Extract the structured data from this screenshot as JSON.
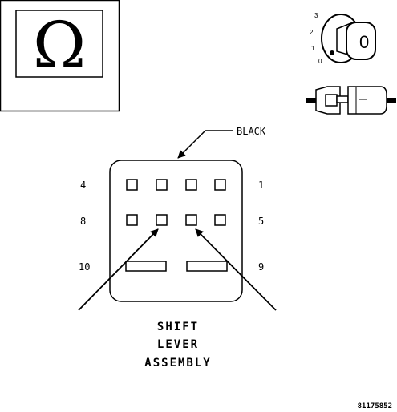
{
  "meter_symbol": {
    "icon": "ohm-icon",
    "glyph": "Ω"
  },
  "ignition": {
    "icon": "ignition-key-icon",
    "positions": [
      "3",
      "2",
      "1",
      "0"
    ],
    "key_label": "0"
  },
  "connector_icon": "connector-icon",
  "wire_color_label": "BLACK",
  "connector": {
    "pin_labels": {
      "top_left": "4",
      "top_right": "1",
      "mid_left": "8",
      "mid_right": "5",
      "bottom_left": "10",
      "bottom_right": "9"
    }
  },
  "component_name": {
    "line1": "SHIFT",
    "line2": "LEVER",
    "line3": "ASSEMBLY"
  },
  "figure_id": "81175852"
}
